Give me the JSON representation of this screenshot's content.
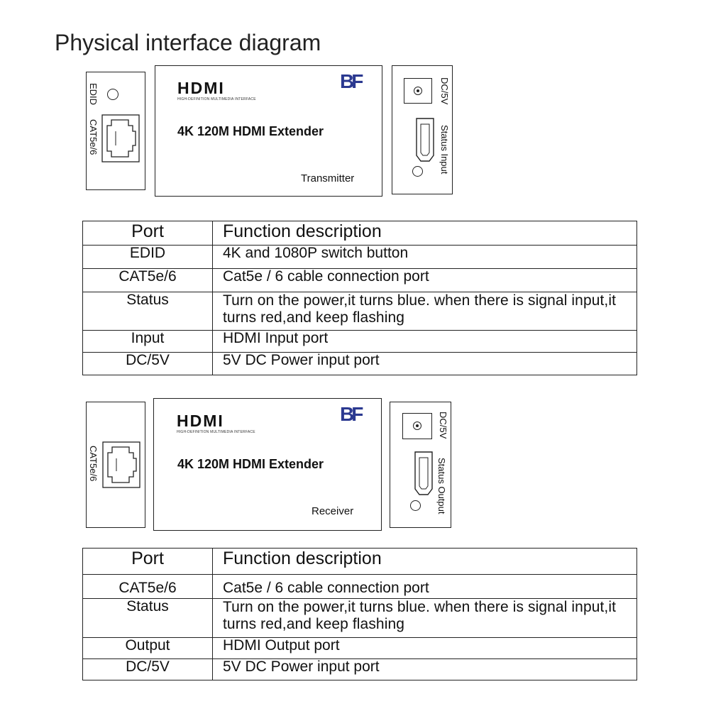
{
  "title": "Physical interface diagram",
  "transmitter": {
    "left_panel": {
      "edid_label": "EDID",
      "cat_label": "CAT5e/6"
    },
    "front": {
      "logo_text": "HDMI",
      "logo_subtext": "HIGH-DEFINITION MULTIMEDIA INTERFACE",
      "brand": "BF",
      "name": "4K 120M HDMI Extender",
      "role": "Transmitter"
    },
    "right_panel": {
      "dc_label": "DC/5V",
      "port_label": "Status  Input"
    }
  },
  "transmitter_table": {
    "headers": [
      "Port",
      "Function description"
    ],
    "rows": [
      [
        "EDID",
        "4K and 1080P switch button"
      ],
      [
        "CAT5e/6",
        "Cat5e / 6 cable connection port"
      ],
      [
        "Status",
        "Turn on the power,it turns blue. when there is signal input,it turns red,and keep flashing"
      ],
      [
        "Input",
        "HDMI Input port"
      ],
      [
        "DC/5V",
        "5V DC Power input port"
      ]
    ]
  },
  "receiver": {
    "left_panel": {
      "cat_label": "CAT5e/6"
    },
    "front": {
      "logo_text": "HDMI",
      "logo_subtext": "HIGH-DEFINITION MULTIMEDIA INTERFACE",
      "brand": "BF",
      "name": "4K 120M HDMI Extender",
      "role": "Receiver"
    },
    "right_panel": {
      "dc_label": "DC/5V",
      "port_label": "Status Output"
    }
  },
  "receiver_table": {
    "headers": [
      "Port",
      "Function description"
    ],
    "rows": [
      [
        "CAT5e/6",
        "Cat5e / 6 cable connection port"
      ],
      [
        "Status",
        "Turn on the power,it turns blue. when there is signal input,it turns red,and keep flashing"
      ],
      [
        "Output",
        "HDMI Output port"
      ],
      [
        "DC/5V",
        "5V DC Power input port"
      ]
    ]
  }
}
